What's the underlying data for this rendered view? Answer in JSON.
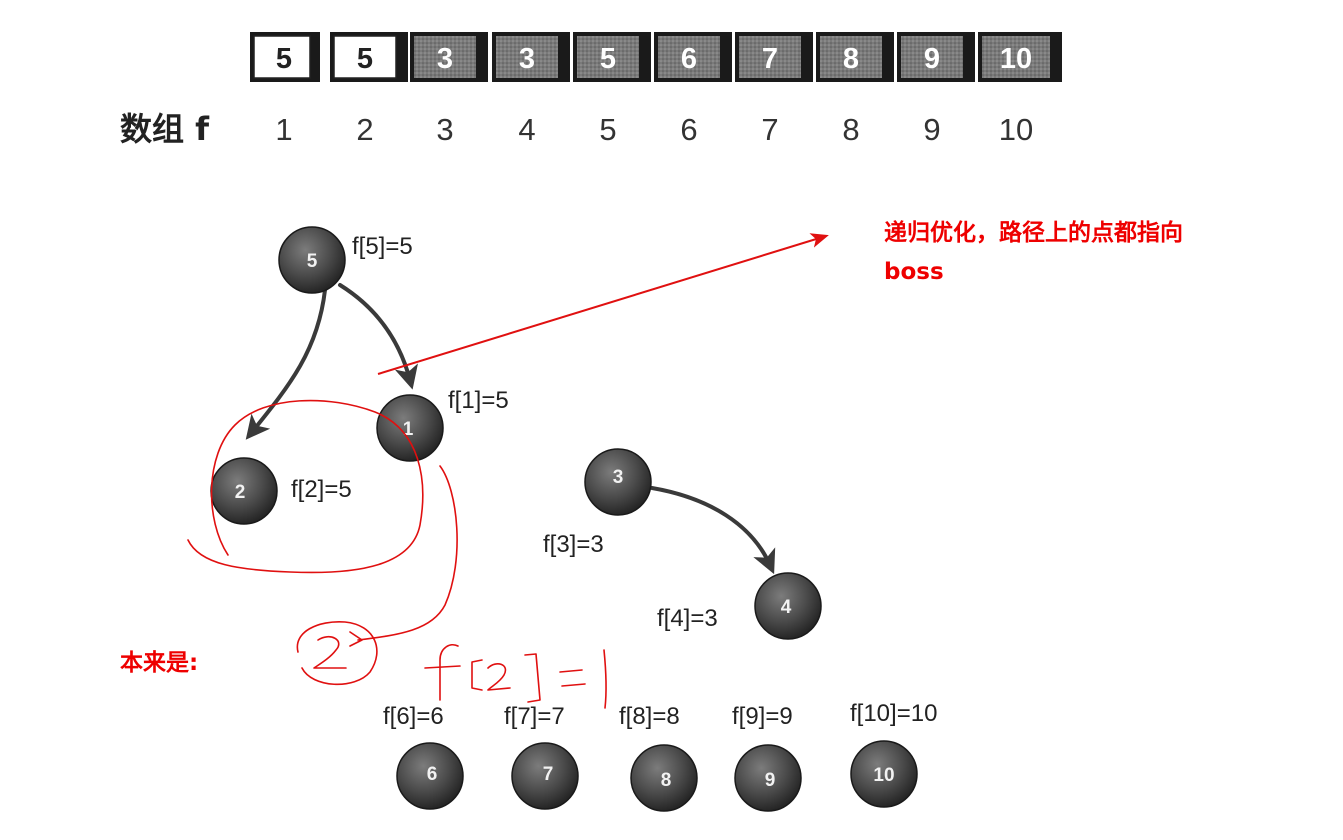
{
  "array": {
    "label": "数组 f",
    "cells": [
      {
        "value": "5",
        "highlight": false
      },
      {
        "value": "5",
        "highlight": false
      },
      {
        "value": "3",
        "highlight": true
      },
      {
        "value": "3",
        "highlight": true
      },
      {
        "value": "5",
        "highlight": true
      },
      {
        "value": "6",
        "highlight": true
      },
      {
        "value": "7",
        "highlight": true
      },
      {
        "value": "8",
        "highlight": true
      },
      {
        "value": "9",
        "highlight": true
      },
      {
        "value": "10",
        "highlight": true
      }
    ],
    "indices": [
      "1",
      "2",
      "3",
      "4",
      "5",
      "6",
      "7",
      "8",
      "9",
      "10"
    ]
  },
  "nodes": {
    "n1": "1",
    "n2": "2",
    "n3": "3",
    "n4": "4",
    "n5": "5",
    "n6": "6",
    "n7": "7",
    "n8": "8",
    "n9": "9",
    "n10": "10"
  },
  "labels": {
    "f1": "f[1]=5",
    "f2": "f[2]=5",
    "f3": "f[3]=3",
    "f4": "f[4]=3",
    "f5": "f[5]=5",
    "f6": "f[6]=6",
    "f7": "f[7]=7",
    "f8": "f[8]=8",
    "f9": "f[9]=9",
    "f10": "f[10]=10"
  },
  "annotations": {
    "note_line1": "递归优化，路径上的点都指向",
    "note_line2": "boss",
    "originally": "本来是:",
    "handwritten_original": "f[2]=1"
  },
  "colors": {
    "annotation": "#ee0000",
    "node_fill": "#4a4a4a",
    "cell_dark": "#6a6a6a",
    "cell_light": "#ffffff"
  }
}
